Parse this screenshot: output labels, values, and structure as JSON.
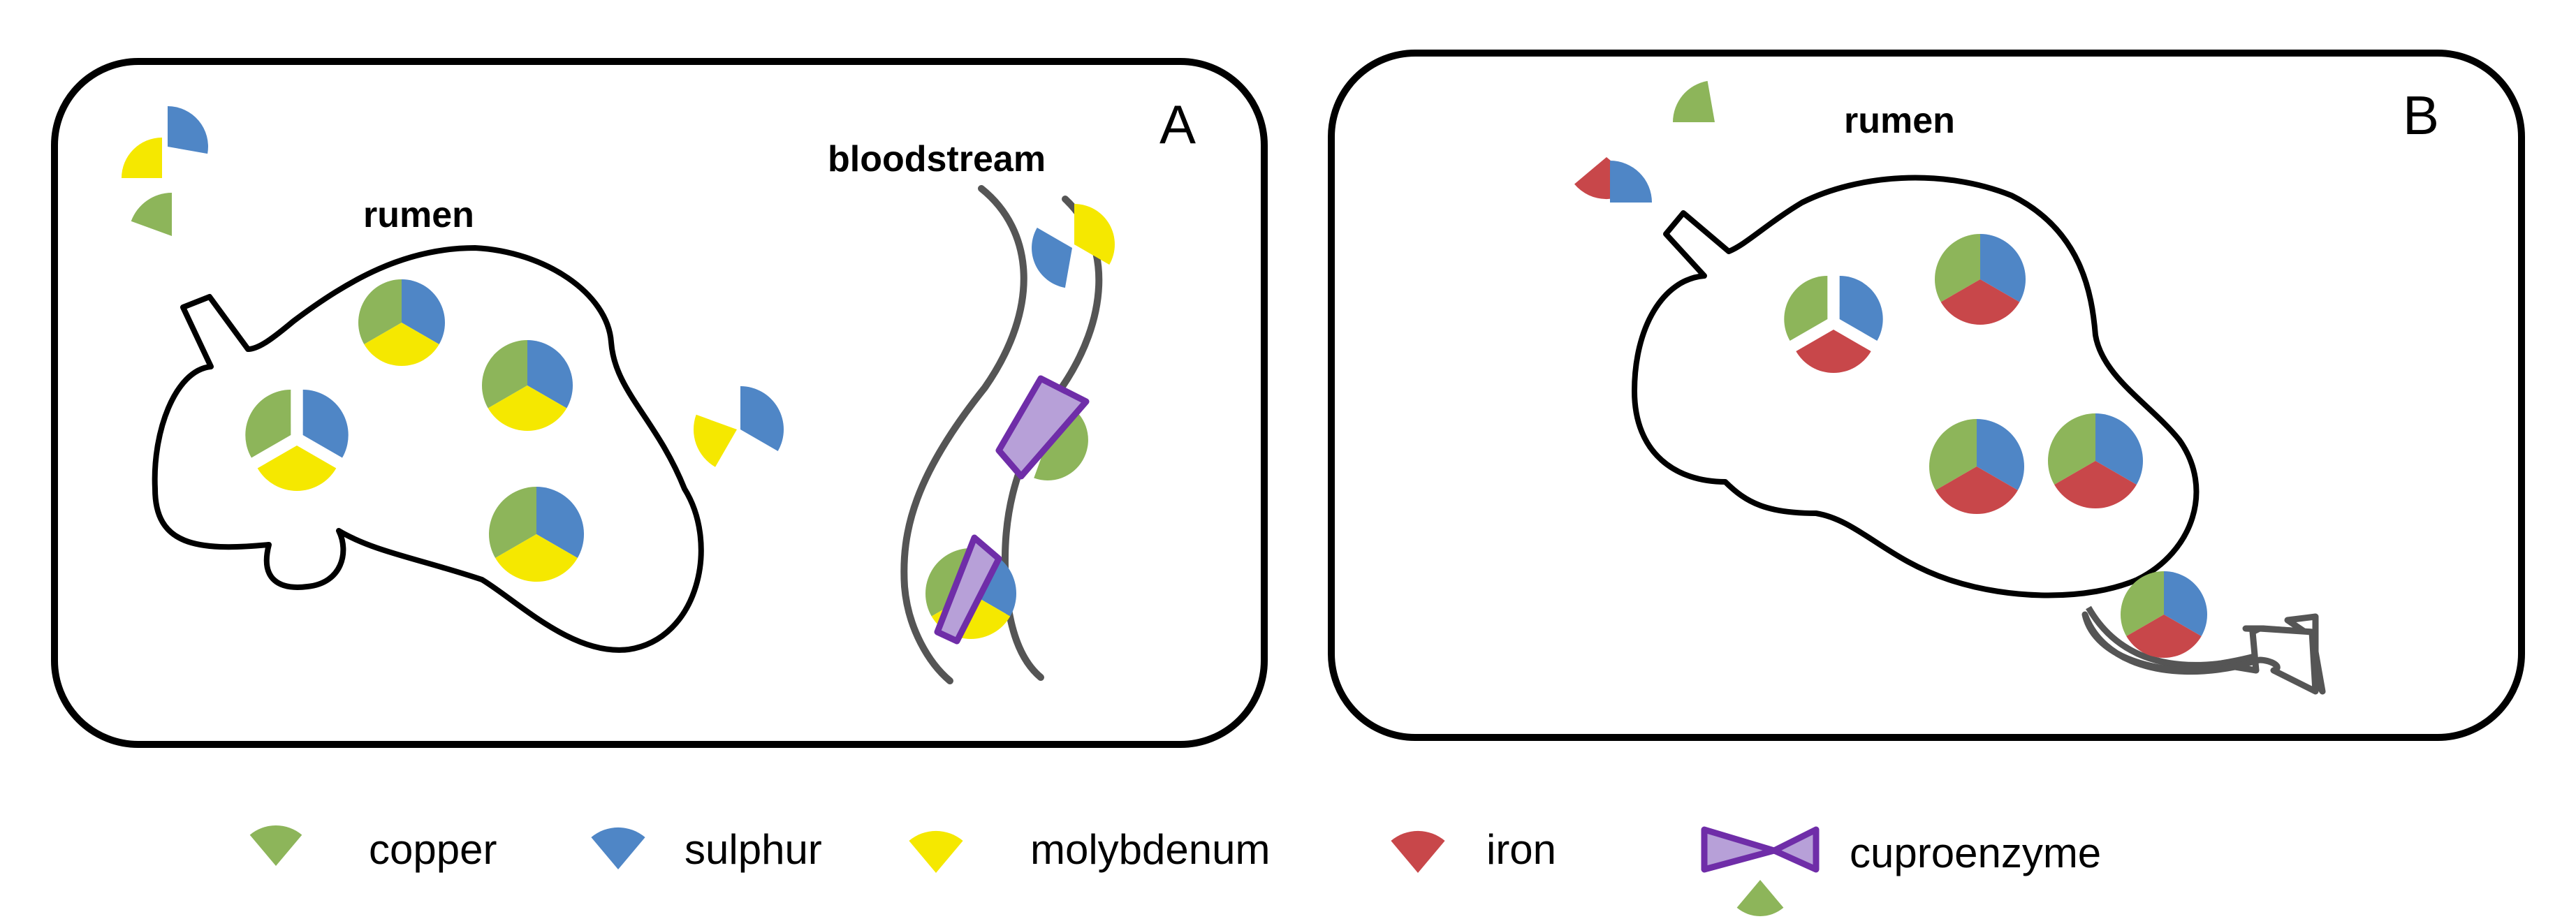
{
  "panels": [
    {
      "letter": "A",
      "labels": {
        "rumen": "rumen",
        "bloodstream": "bloodstream"
      }
    },
    {
      "letter": "B",
      "labels": {
        "rumen": "rumen"
      }
    }
  ],
  "legend": [
    {
      "id": "copper",
      "label": "copper",
      "color": "#8db55a"
    },
    {
      "id": "sulphur",
      "label": "sulphur",
      "color": "#4f86c6"
    },
    {
      "id": "molybdenum",
      "label": "molybdenum",
      "color": "#f5e800"
    },
    {
      "id": "iron",
      "label": "iron",
      "color": "#c8474a"
    },
    {
      "id": "cuproenzyme",
      "label": "cuproenzyme",
      "color": "#6f2da8"
    }
  ],
  "icons": [
    "rumen-stomach-icon",
    "bloodstream-vessel-icon",
    "excretion-arrow-icon",
    "cuproenzyme-icon"
  ]
}
